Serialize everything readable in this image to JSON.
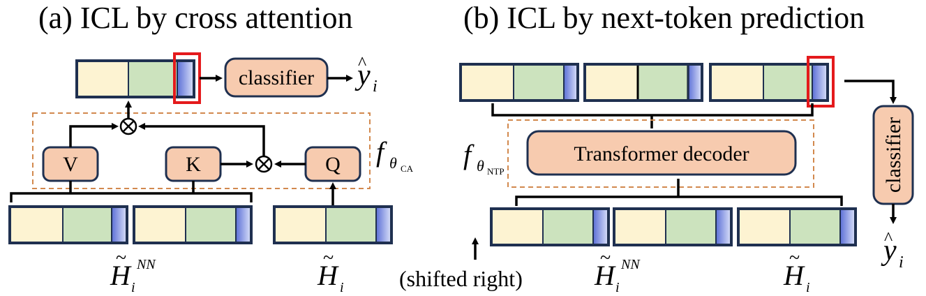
{
  "panel_a": {
    "title": "(a) ICL by cross attention",
    "classifier_label": "classifier",
    "v_label": "V",
    "k_label": "K",
    "q_label": "Q",
    "f_letter": "f",
    "f_theta": "θ",
    "f_sub": "CA",
    "y_letter": "y",
    "y_sub": "i",
    "h_nn_letter": "H",
    "h_nn_sub": "i",
    "h_nn_sup": "NN",
    "h_letter": "H",
    "h_sub": "i"
  },
  "panel_b": {
    "title": "(b) ICL by next-token prediction",
    "transformer_label": "Transformer decoder",
    "classifier_label": "classifier",
    "f_letter": "f",
    "f_theta": "θ",
    "f_sub": "NTP",
    "y_letter": "y",
    "y_sub": "i",
    "shifted_label": "(shifted right)",
    "h_nn_letter": "H",
    "h_nn_sub": "i",
    "h_nn_sup": "NN",
    "h_letter": "H",
    "h_sub": "i"
  },
  "colors": {
    "cream": "#FDF3D2",
    "green": "#CCE3BE",
    "blue_gradient_start": "#5B6FD6",
    "blue_gradient_end": "#DDE3FA",
    "peach": "#F7CBAF",
    "dashed_border": "#D2894E",
    "highlight_red": "#E41A1C"
  }
}
